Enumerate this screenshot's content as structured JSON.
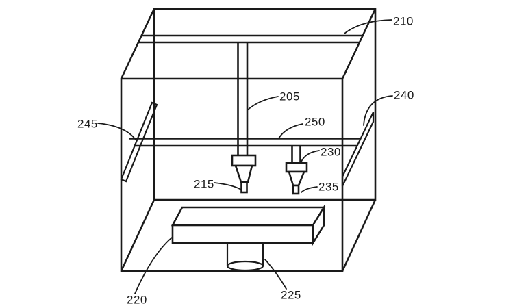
{
  "figure": {
    "background_color": "#ffffff",
    "line_color": "#1a1a1a",
    "labels": {
      "n205": "205",
      "n210": "210",
      "n215": "215",
      "n220": "220",
      "n225": "225",
      "n230": "230",
      "n235": "235",
      "n240": "240",
      "n245": "245",
      "n250": "250"
    }
  }
}
